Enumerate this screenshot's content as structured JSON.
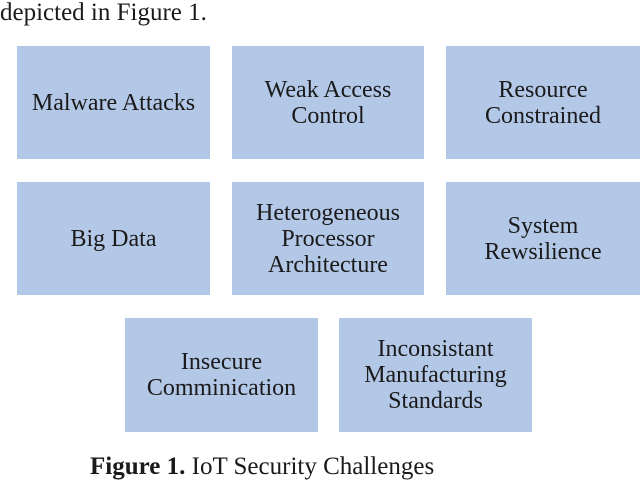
{
  "intro_text": "depicted in Figure 1.",
  "boxes": [
    {
      "label": "Malware Attacks"
    },
    {
      "label": "Weak Access Control"
    },
    {
      "label": "Resource Constrained"
    },
    {
      "label": "Big Data"
    },
    {
      "label": "Heterogeneous Processor Architecture"
    },
    {
      "label": "System Rewsilience"
    },
    {
      "label": "Insecure Comminication"
    },
    {
      "label": "Inconsistant Manufacturing Standards"
    }
  ],
  "caption": {
    "label": "Figure 1.",
    "text": "IoT Security Challenges"
  },
  "colors": {
    "box_fill": "#b3c7e6",
    "text": "#1a1a1a"
  }
}
